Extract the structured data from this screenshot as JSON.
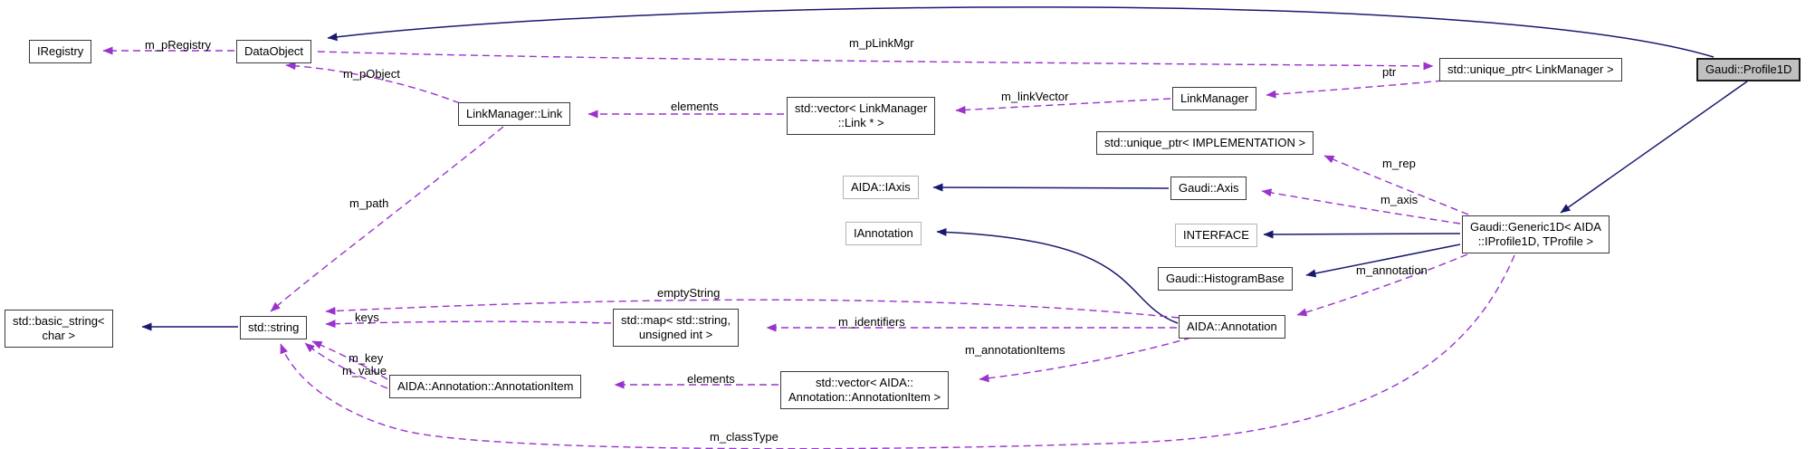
{
  "colors": {
    "inheritance": "#191970",
    "usage": "#9a32cd",
    "node-fill": "#ffffff",
    "node-border": "#3a3a3a",
    "external-border": "#b4b4b4",
    "highlight-fill": "#c0c0c0",
    "highlight-border": "#1a1a1a",
    "label-text": "#000000",
    "background": "#ffffff"
  },
  "nodes": {
    "iregistry": {
      "label": "IRegistry"
    },
    "dataobject": {
      "label": "DataObject"
    },
    "linkmanager_link": {
      "label": "LinkManager::Link"
    },
    "vector_link": {
      "label": "std::vector< LinkManager\n::Link * >"
    },
    "linkmanager": {
      "label": "LinkManager"
    },
    "unique_ptr_linkmanager": {
      "label": "std::unique_ptr< LinkManager >"
    },
    "profile1d": {
      "label": "Gaudi::Profile1D"
    },
    "unique_ptr_implementation": {
      "label": "std::unique_ptr< IMPLEMENTATION >"
    },
    "aida_iaxis": {
      "label": "AIDA::IAxis"
    },
    "gaudi_axis": {
      "label": "Gaudi::Axis"
    },
    "iannotation": {
      "label": "IAnnotation"
    },
    "interface": {
      "label": "INTERFACE"
    },
    "histogrambase": {
      "label": "Gaudi::HistogramBase"
    },
    "generic1d": {
      "label": "Gaudi::Generic1D< AIDA\n::IProfile1D, TProfile >"
    },
    "basic_string": {
      "label": "std::basic_string<\nchar >"
    },
    "std_string": {
      "label": "std::string"
    },
    "std_map": {
      "label": "std::map< std::string,\nunsigned int >"
    },
    "aida_annotation": {
      "label": "AIDA::Annotation"
    },
    "annotation_item": {
      "label": "AIDA::Annotation::AnnotationItem"
    },
    "vector_annotation_item": {
      "label": "std::vector< AIDA::\nAnnotation::AnnotationItem >"
    }
  },
  "edge_labels": {
    "m_pRegistry": "m_pRegistry",
    "m_pObject": "m_pObject",
    "m_pLinkMgr": "m_pLinkMgr",
    "ptr": "ptr",
    "m_linkVector": "m_linkVector",
    "elements": "elements",
    "m_rep": "m_rep",
    "m_axis": "m_axis",
    "m_annotation": "m_annotation",
    "m_path": "m_path",
    "emptyString": "emptyString",
    "keys": "keys",
    "m_identifiers": "m_identifiers",
    "m_annotationItems": "m_annotationItems",
    "m_key": "m_key",
    "m_value": "m_value",
    "m_classType": "m_classType"
  },
  "edges": [
    {
      "from": "Gaudi::Profile1D",
      "to": "DataObject",
      "type": "inheritance"
    },
    {
      "from": "Gaudi::Profile1D",
      "to": "Gaudi::Generic1D< AIDA::IProfile1D, TProfile >",
      "type": "inheritance"
    },
    {
      "from": "Gaudi::Axis",
      "to": "AIDA::IAxis",
      "type": "inheritance"
    },
    {
      "from": "Gaudi::Generic1D< AIDA::IProfile1D, TProfile >",
      "to": "INTERFACE",
      "type": "inheritance"
    },
    {
      "from": "Gaudi::Generic1D< AIDA::IProfile1D, TProfile >",
      "to": "Gaudi::HistogramBase",
      "type": "inheritance"
    },
    {
      "from": "AIDA::Annotation",
      "to": "IAnnotation",
      "type": "inheritance"
    },
    {
      "from": "std::string",
      "to": "std::basic_string< char >",
      "type": "inheritance"
    },
    {
      "from": "DataObject",
      "to": "IRegistry",
      "type": "usage",
      "label": "m_pRegistry"
    },
    {
      "from": "LinkManager::Link",
      "to": "DataObject",
      "type": "usage",
      "label": "m_pObject"
    },
    {
      "from": "DataObject",
      "to": "std::unique_ptr< LinkManager >",
      "type": "usage",
      "label": "m_pLinkMgr"
    },
    {
      "from": "std::unique_ptr< LinkManager >",
      "to": "LinkManager",
      "type": "usage",
      "label": "ptr"
    },
    {
      "from": "LinkManager",
      "to": "std::vector< LinkManager::Link * >",
      "type": "usage",
      "label": "m_linkVector"
    },
    {
      "from": "std::vector< LinkManager::Link * >",
      "to": "LinkManager::Link",
      "type": "usage",
      "label": "elements"
    },
    {
      "from": "LinkManager::Link",
      "to": "std::string",
      "type": "usage",
      "label": "m_path"
    },
    {
      "from": "Gaudi::Generic1D< AIDA::IProfile1D, TProfile >",
      "to": "std::unique_ptr< IMPLEMENTATION >",
      "type": "usage",
      "label": "m_rep"
    },
    {
      "from": "Gaudi::Generic1D< AIDA::IProfile1D, TProfile >",
      "to": "Gaudi::Axis",
      "type": "usage",
      "label": "m_axis"
    },
    {
      "from": "Gaudi::Generic1D< AIDA::IProfile1D, TProfile >",
      "to": "AIDA::Annotation",
      "type": "usage",
      "label": "m_annotation"
    },
    {
      "from": "Gaudi::Generic1D< AIDA::IProfile1D, TProfile >",
      "to": "std::string",
      "type": "usage",
      "label": "m_classType"
    },
    {
      "from": "AIDA::Annotation",
      "to": "std::map< std::string, unsigned int >",
      "type": "usage",
      "label": "m_identifiers"
    },
    {
      "from": "AIDA::Annotation",
      "to": "std::string",
      "type": "usage",
      "label": "emptyString"
    },
    {
      "from": "std::map< std::string, unsigned int >",
      "to": "std::string",
      "type": "usage",
      "label": "keys"
    },
    {
      "from": "AIDA::Annotation",
      "to": "std::vector< AIDA::Annotation::AnnotationItem >",
      "type": "usage",
      "label": "m_annotationItems"
    },
    {
      "from": "std::vector< AIDA::Annotation::AnnotationItem >",
      "to": "AIDA::Annotation::AnnotationItem",
      "type": "usage",
      "label": "elements"
    },
    {
      "from": "AIDA::Annotation::AnnotationItem",
      "to": "std::string",
      "type": "usage",
      "label": "m_key"
    },
    {
      "from": "AIDA::Annotation::AnnotationItem",
      "to": "std::string",
      "type": "usage",
      "label": "m_value"
    }
  ]
}
